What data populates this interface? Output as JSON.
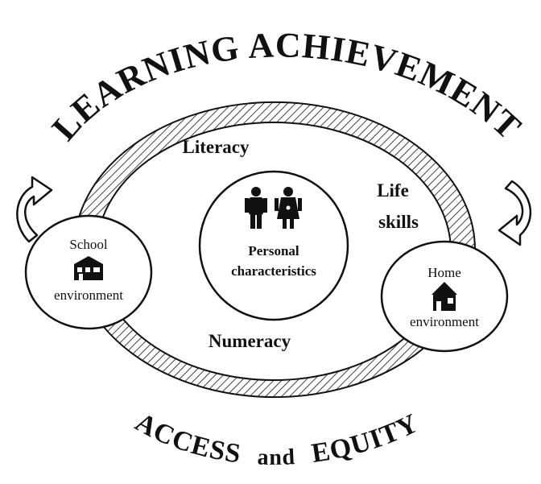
{
  "diagram": {
    "title": "LEARNING ACHIEVEMENT",
    "subtitle_parts": {
      "left": "ACCESS",
      "middle": "and",
      "right": "EQUITY"
    },
    "center": {
      "line1": "Personal",
      "line2": "characteristics",
      "icon": "family-people-icon"
    },
    "ring_labels": {
      "literacy": "Literacy",
      "life_skills_line1": "Life",
      "life_skills_line2": "skills",
      "numeracy": "Numeracy"
    },
    "school": {
      "line1": "School",
      "line2": "environment",
      "icon": "school-building-icon"
    },
    "home": {
      "line1": "Home",
      "line2": "environment",
      "icon": "house-icon"
    },
    "colors": {
      "ink": "#111111",
      "background": "#ffffff"
    }
  }
}
